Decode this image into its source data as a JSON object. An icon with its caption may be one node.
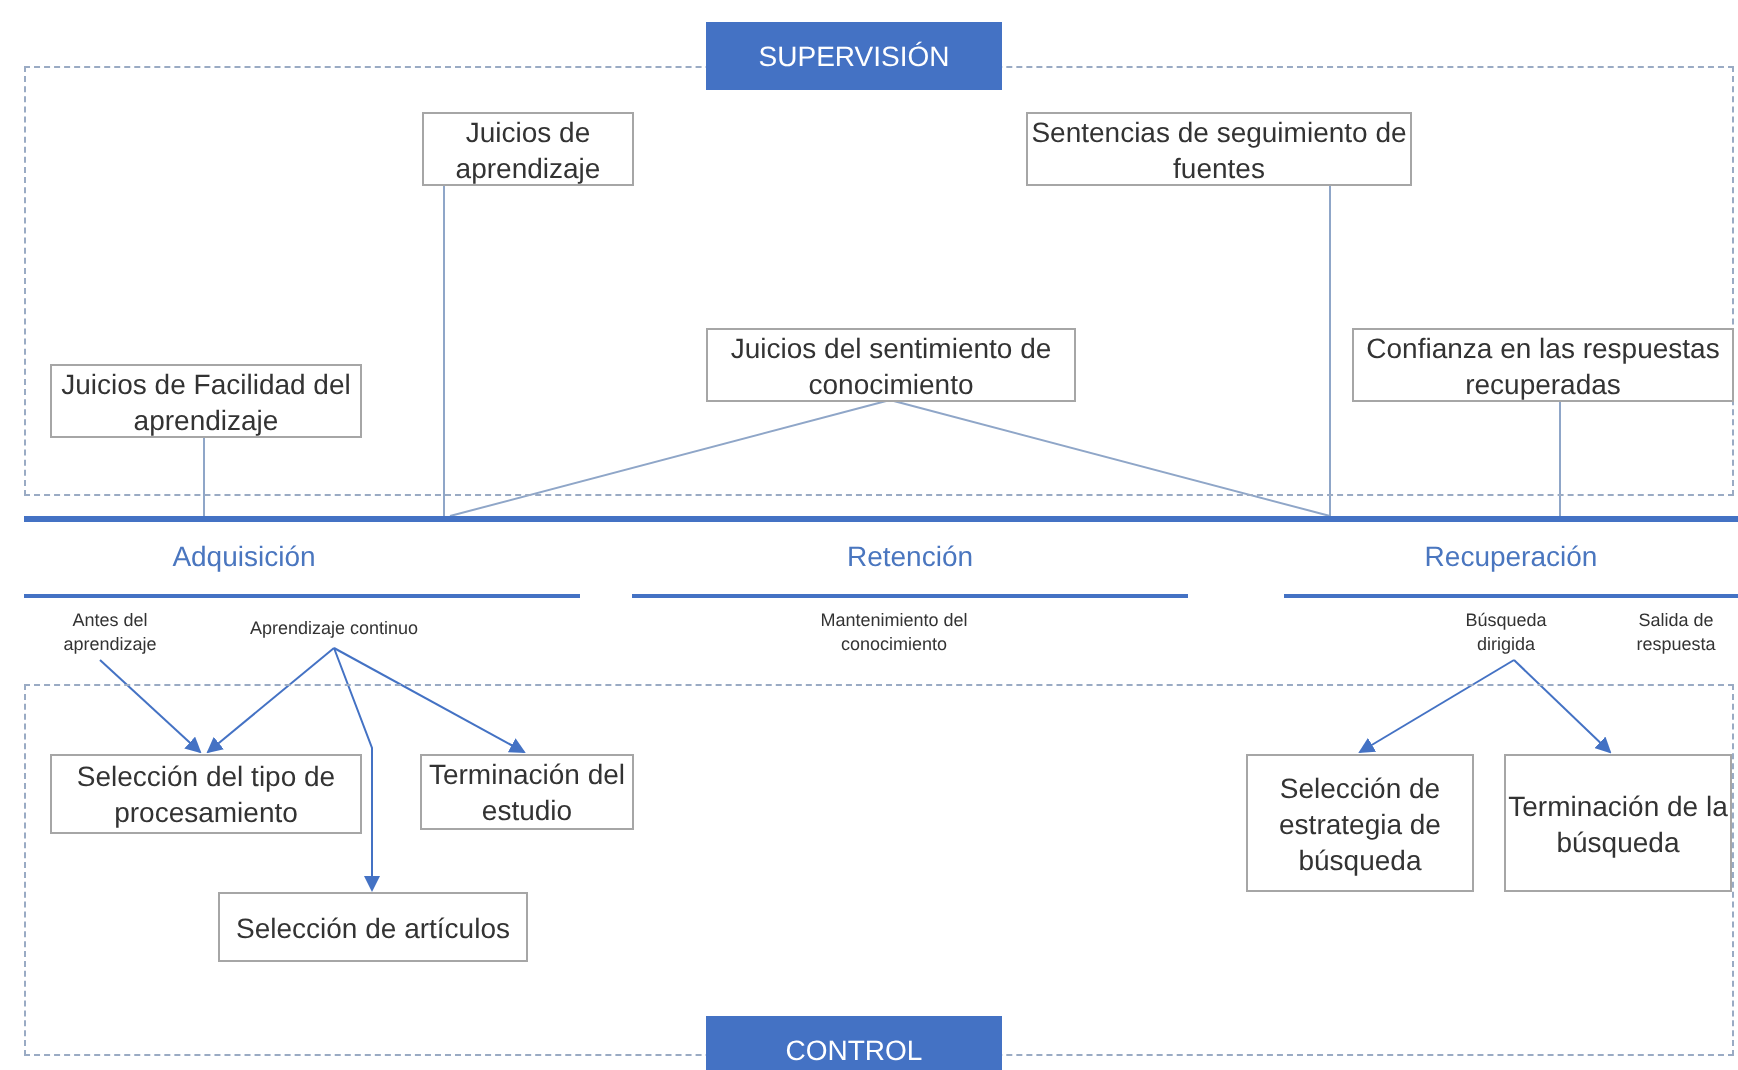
{
  "diagram": {
    "nodes": [
      {
        "text": [
          "SUPERVISIÓN"
        ]
      },
      {
        "text": [
          "Juicios de aprendizaje"
        ],
        "in": 0
      },
      {
        "text": [
          "Sentencias de seguimiento de fuentes"
        ],
        "in": 0
      },
      {
        "text": [
          "Juicios de Facilidad del aprendizaje"
        ],
        "in": 0
      },
      {
        "text": [
          "Juicios del sentimiento de conocimiento"
        ],
        "in": 0
      },
      {
        "text": [
          "Confianza en las respuestas recuperadas"
        ],
        "in": 0
      },
      {
        "text": [],
        "shape": "bar"
      },
      {
        "text": [
          "Antes del aprendizaje"
        ]
      },
      {
        "text": [
          "Aprendizaje continuo"
        ]
      },
      {
        "text": [
          "Búsqueda dirigida"
        ]
      },
      {
        "text": [
          "CONTROL"
        ]
      },
      {
        "text": [
          "Selección del tipo de procesamiento"
        ],
        "in": 10
      },
      {
        "text": [
          "Terminación del estudio"
        ],
        "in": 10
      },
      {
        "text": [
          "Selección de artículos"
        ],
        "in": 10
      },
      {
        "text": [
          "Selección de estrategia de búsqueda"
        ],
        "in": 10
      },
      {
        "text": [
          "Terminación de la búsqueda"
        ],
        "in": 10
      }
    ],
    "edges": [
      {
        "from": 3,
        "to": 6,
        "arrow": "none"
      },
      {
        "from": 1,
        "to": 6,
        "arrow": "none"
      },
      {
        "from": 4,
        "to": 6,
        "arrow": "none"
      },
      {
        "from": 4,
        "to": 6,
        "arrow": "none"
      },
      {
        "from": 2,
        "to": 6,
        "arrow": "none"
      },
      {
        "from": 5,
        "to": 6,
        "arrow": "none"
      },
      {
        "from": 7,
        "to": 11,
        "arrow": "to",
        "color": "#4472c4"
      },
      {
        "from": 8,
        "to": 11,
        "arrow": "to",
        "color": "#4472c4"
      },
      {
        "from": 8,
        "to": 13,
        "arrow": "to",
        "color": "#4472c4"
      },
      {
        "from": 8,
        "to": 12,
        "arrow": "to",
        "color": "#4472c4"
      },
      {
        "from": 9,
        "to": 14,
        "arrow": "to",
        "color": "#4472c4"
      },
      {
        "from": 9,
        "to": 15,
        "arrow": "to",
        "color": "#4472c4"
      }
    ],
    "labels": [
      "Adquisición",
      "Retención",
      "Recuperación",
      "Mantenimiento del conocimiento",
      "Salida de respuesta"
    ]
  }
}
